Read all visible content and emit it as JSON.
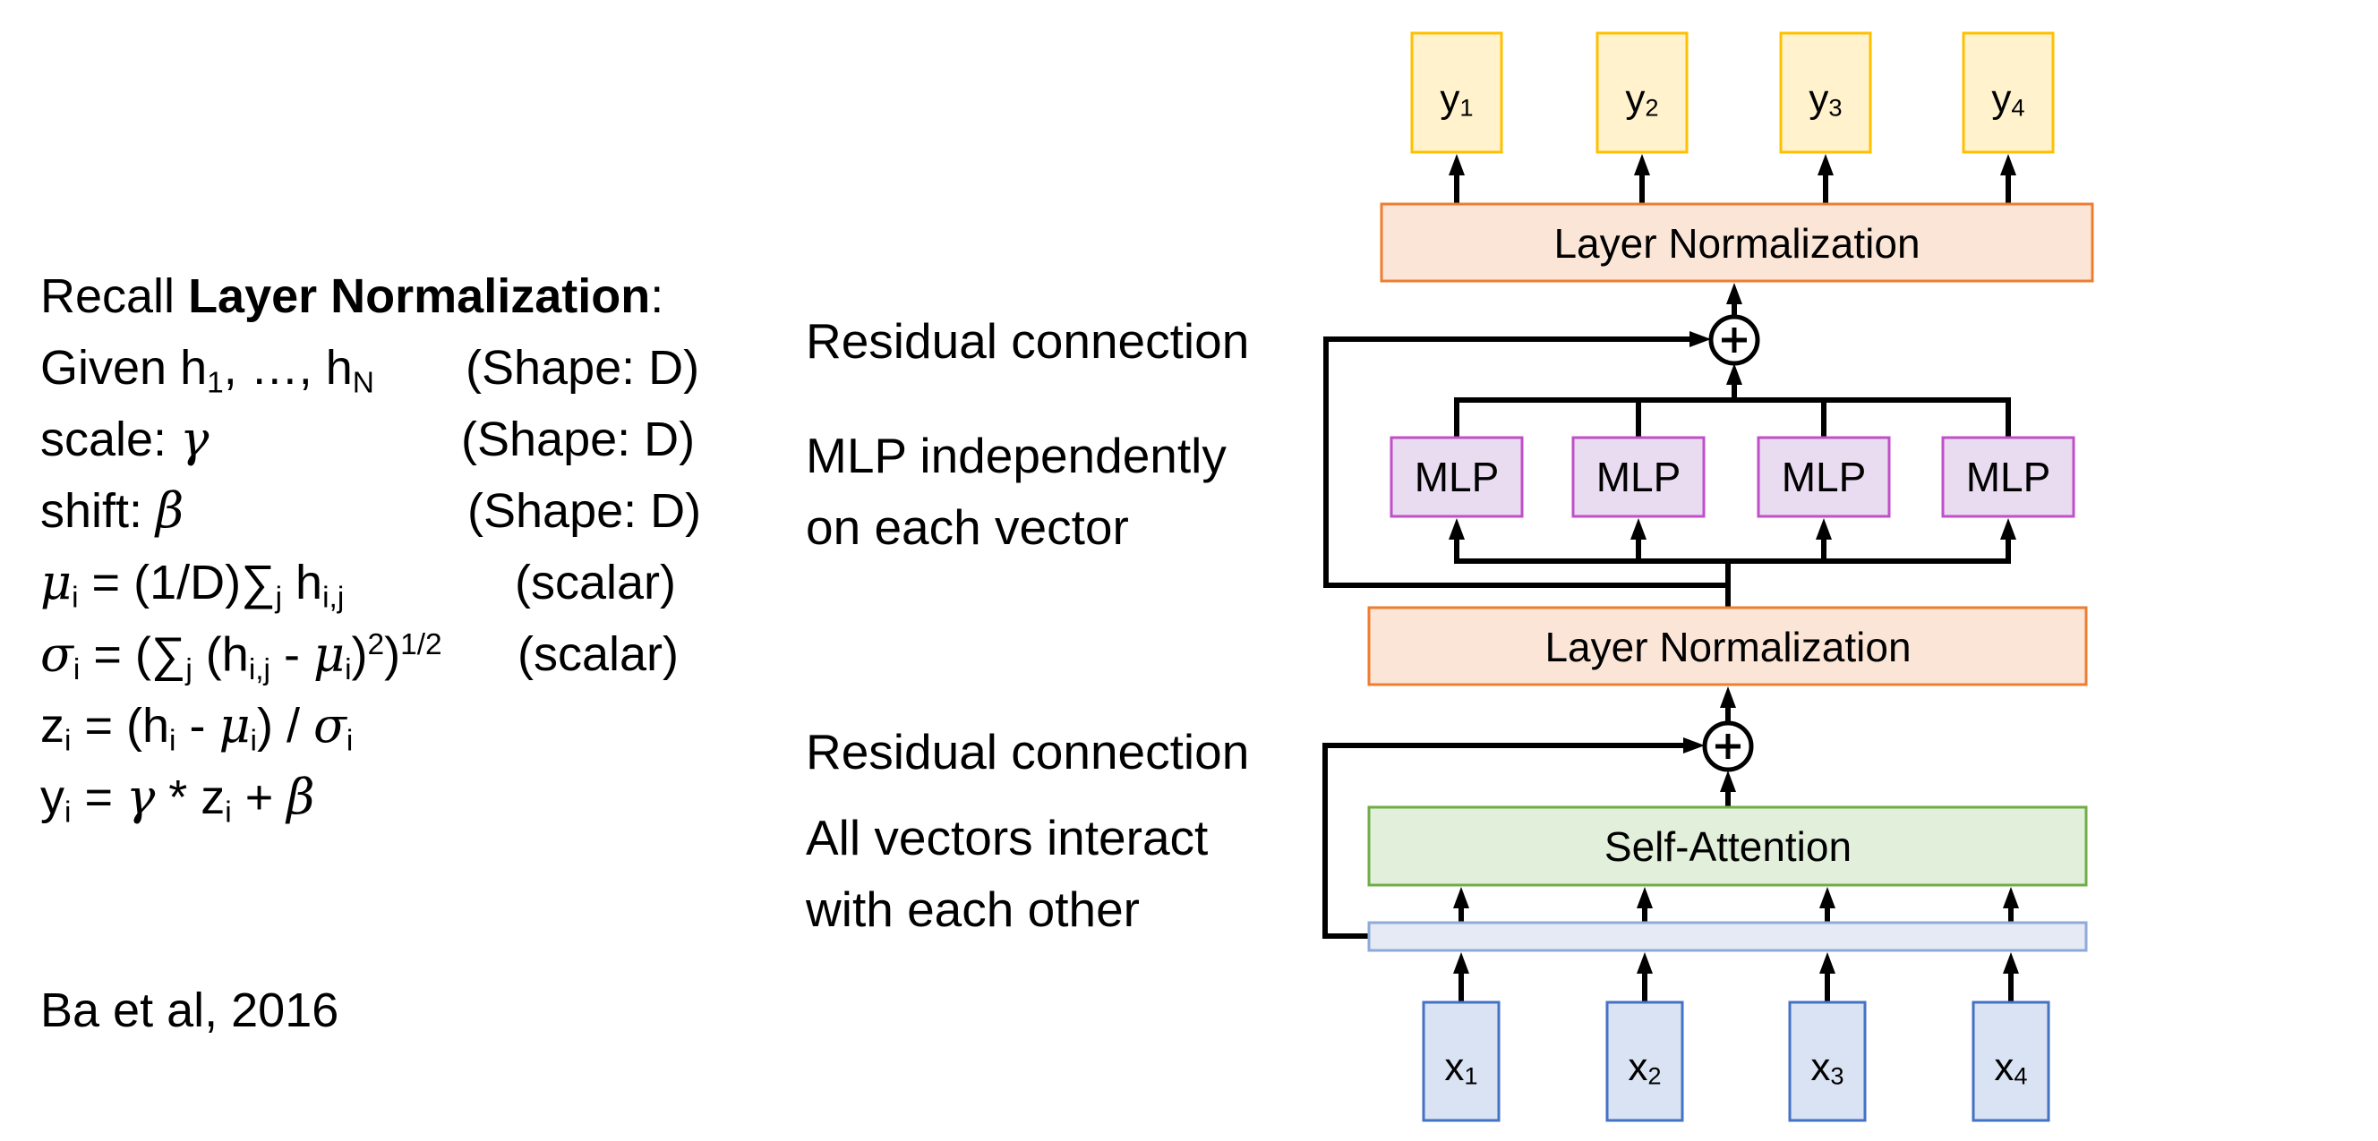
{
  "left_panel": {
    "title_prefix": "Recall ",
    "title_bold": "Layer Normalization",
    "title_suffix": ":",
    "given": {
      "prefix": "Given h",
      "sub1": "1",
      "mid": ", …, h",
      "subN": "N",
      "note": "(Shape: D)"
    },
    "scale": {
      "prefix": "scale: ",
      "symbol": "γ",
      "note": "(Shape: D)"
    },
    "shift": {
      "prefix": "shift: ",
      "symbol": "β",
      "note": "(Shape: D)"
    },
    "mu": {
      "symbol": "μ",
      "sub": "i",
      "eq": " = (1/D)∑",
      "sub_j": "j",
      "h": " h",
      "sub_ij": "i,j",
      "note": "(scalar)"
    },
    "sigma": {
      "symbol": "σ",
      "sub": "i",
      "eq": " = (∑",
      "sub_j": "j",
      "h": " (h",
      "sub_ij": "i,j",
      "minus": " - ",
      "mu": "μ",
      "sub_i2": "i",
      "close": ")",
      "sup2": "2",
      "close2": ")",
      "sup_half": "1/2",
      "note": "(scalar)"
    },
    "z": {
      "z": "z",
      "sub": "i",
      "eq": " = (h",
      "sub_h": "i",
      "minus": " - ",
      "mu": "μ",
      "sub_mu": "i",
      "close": ") / ",
      "sigma": "σ",
      "sub_sigma": "i"
    },
    "y": {
      "y": "y",
      "sub": "i",
      "eq": " = ",
      "gamma": "γ",
      "times": " * z",
      "sub_z": "i",
      "plus": " + ",
      "beta": "β"
    },
    "citation": "Ba et al, 2016"
  },
  "annotations": {
    "residual_top": "Residual connection",
    "mlp_line1": "MLP independently",
    "mlp_line2": "on each vector",
    "residual_bottom": "Residual connection",
    "attn_line1": "All vectors interact",
    "attn_line2": "with each other"
  },
  "diagram": {
    "outputs": [
      {
        "base": "y",
        "sub": "1"
      },
      {
        "base": "y",
        "sub": "2"
      },
      {
        "base": "y",
        "sub": "3"
      },
      {
        "base": "y",
        "sub": "4"
      }
    ],
    "layer_norm_top": "Layer Normalization",
    "mlps": [
      "MLP",
      "MLP",
      "MLP",
      "MLP"
    ],
    "layer_norm_bottom": "Layer Normalization",
    "self_attention": "Self-Attention",
    "inputs": [
      {
        "base": "x",
        "sub": "1"
      },
      {
        "base": "x",
        "sub": "2"
      },
      {
        "base": "x",
        "sub": "3"
      },
      {
        "base": "x",
        "sub": "4"
      }
    ],
    "plus_symbol": "+",
    "colors": {
      "output_fill": "#fff2cc",
      "output_stroke": "#ffc000",
      "ln_fill": "#fbe5d6",
      "ln_stroke": "#ed7d31",
      "mlp_fill": "#eadcf0",
      "mlp_stroke": "#c04fc9",
      "sa_fill": "#e2efda",
      "sa_stroke": "#70ad47",
      "bar_fill": "#e6eaf5",
      "bar_stroke": "#8eaadb",
      "input_fill": "#dae3f3",
      "input_stroke": "#4472c4"
    }
  }
}
